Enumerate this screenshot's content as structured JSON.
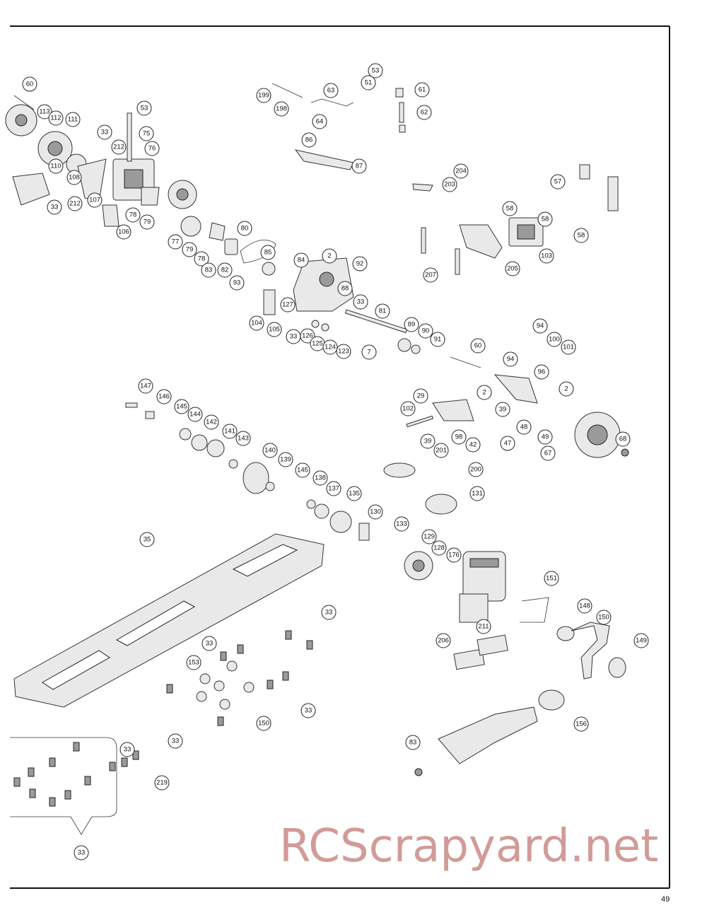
{
  "page": {
    "number": "49",
    "watermark": "RCScrapyard.net"
  },
  "callouts": [
    "60",
    "113",
    "112",
    "111",
    "33",
    "212",
    "110",
    "108",
    "33",
    "212",
    "107",
    "76",
    "75",
    "53",
    "106",
    "78",
    "79",
    "77",
    "79",
    "80",
    "78",
    "83",
    "82",
    "93",
    "85",
    "84",
    "2",
    "92",
    "88",
    "33",
    "127",
    "104",
    "105",
    "33",
    "126",
    "125",
    "124",
    "123",
    "81",
    "7",
    "89",
    "90",
    "91",
    "199",
    "198",
    "63",
    "53",
    "51",
    "61",
    "62",
    "64",
    "86",
    "87",
    "204",
    "203",
    "57",
    "58",
    "58",
    "58",
    "103",
    "205",
    "207",
    "94",
    "100",
    "101",
    "94",
    "96",
    "60",
    "2",
    "2",
    "29",
    "39",
    "102",
    "98",
    "42",
    "47",
    "48",
    "49",
    "67",
    "39",
    "68",
    "201",
    "147",
    "146",
    "145",
    "144",
    "142",
    "141",
    "143",
    "140",
    "139",
    "145",
    "138",
    "137",
    "135",
    "130",
    "133",
    "200",
    "131",
    "129",
    "128",
    "176",
    "151",
    "148",
    "150",
    "149",
    "211",
    "206",
    "156",
    "83",
    "35",
    "33",
    "33",
    "153",
    "150",
    "33",
    "33",
    "33",
    "219",
    "33"
  ],
  "legend_note": ""
}
